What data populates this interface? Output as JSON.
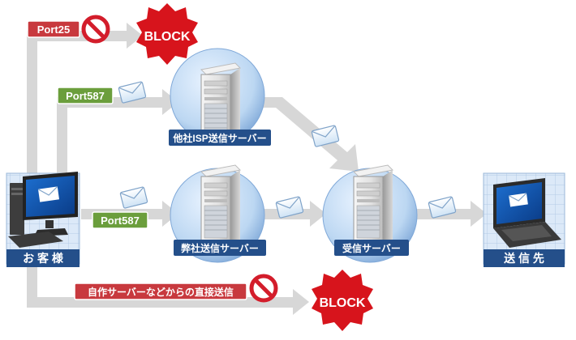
{
  "nodes": {
    "customer": {
      "label": "お 客 様",
      "icon": "desktop-computer-icon"
    },
    "other_isp_server": {
      "label": "他社ISP送信サーバー",
      "icon": "server-tower-icon"
    },
    "our_server": {
      "label": "弊社送信サーバー",
      "icon": "server-tower-icon"
    },
    "receive_server": {
      "label": "受信サーバー",
      "icon": "server-tower-icon"
    },
    "destination": {
      "label": "送 信 先",
      "icon": "laptop-computer-icon"
    }
  },
  "ports": {
    "port25": "Port25",
    "port587_top": "Port587",
    "port587_mid": "Port587",
    "direct_send": "自作サーバーなどからの直接送信"
  },
  "blocks": {
    "top": "BLOCK",
    "bottom": "BLOCK"
  },
  "colors": {
    "arrow": "#d7d7d7",
    "port25_badge": "#c8393e",
    "port587_badge": "#6b9e3c",
    "direct_badge": "#c8393e",
    "node_label": "#244f8a",
    "block_star": "#d7141c",
    "no_sign": "#d31d2b"
  }
}
